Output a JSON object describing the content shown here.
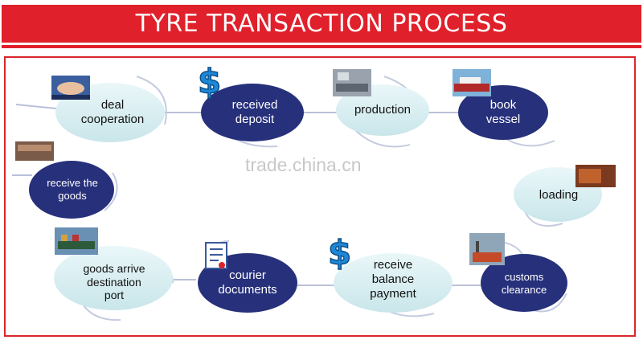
{
  "title": "TYRE TRANSACTION PROCESS",
  "watermark": "trade.china.cn",
  "colors": {
    "header_red": "#e0202a",
    "frame_red": "#d9262c",
    "dark_node": "#27307a",
    "light_node": "#d6eef1",
    "connector": "#b9c0d8",
    "dollar_blue": "#1e88d8"
  },
  "steps": [
    {
      "id": "deal",
      "label": "deal\ncooperation",
      "style": "light",
      "icon": "handshake-photo"
    },
    {
      "id": "deposit",
      "label": "received\ndeposit",
      "style": "dark",
      "icon": "dollar-icon"
    },
    {
      "id": "production",
      "label": "production",
      "style": "light",
      "icon": "factory-photo"
    },
    {
      "id": "vessel",
      "label": "book\nvessel",
      "style": "dark",
      "icon": "ship-photo"
    },
    {
      "id": "loading",
      "label": "loading",
      "style": "light",
      "icon": "container-photo"
    },
    {
      "id": "customs",
      "label": "customs\nclearance",
      "style": "dark",
      "icon": "port-photo"
    },
    {
      "id": "balance",
      "label": "receive\nbalance\npayment",
      "style": "light",
      "icon": "dollar-icon"
    },
    {
      "id": "courier",
      "label": "courier\ndocuments",
      "style": "dark",
      "icon": "document-icon"
    },
    {
      "id": "arrive",
      "label": "goods arrive\ndestination\nport",
      "style": "light",
      "icon": "harbor-photo"
    },
    {
      "id": "receive",
      "label": "receive the\ngoods",
      "style": "dark",
      "icon": "tyres-photo"
    }
  ]
}
